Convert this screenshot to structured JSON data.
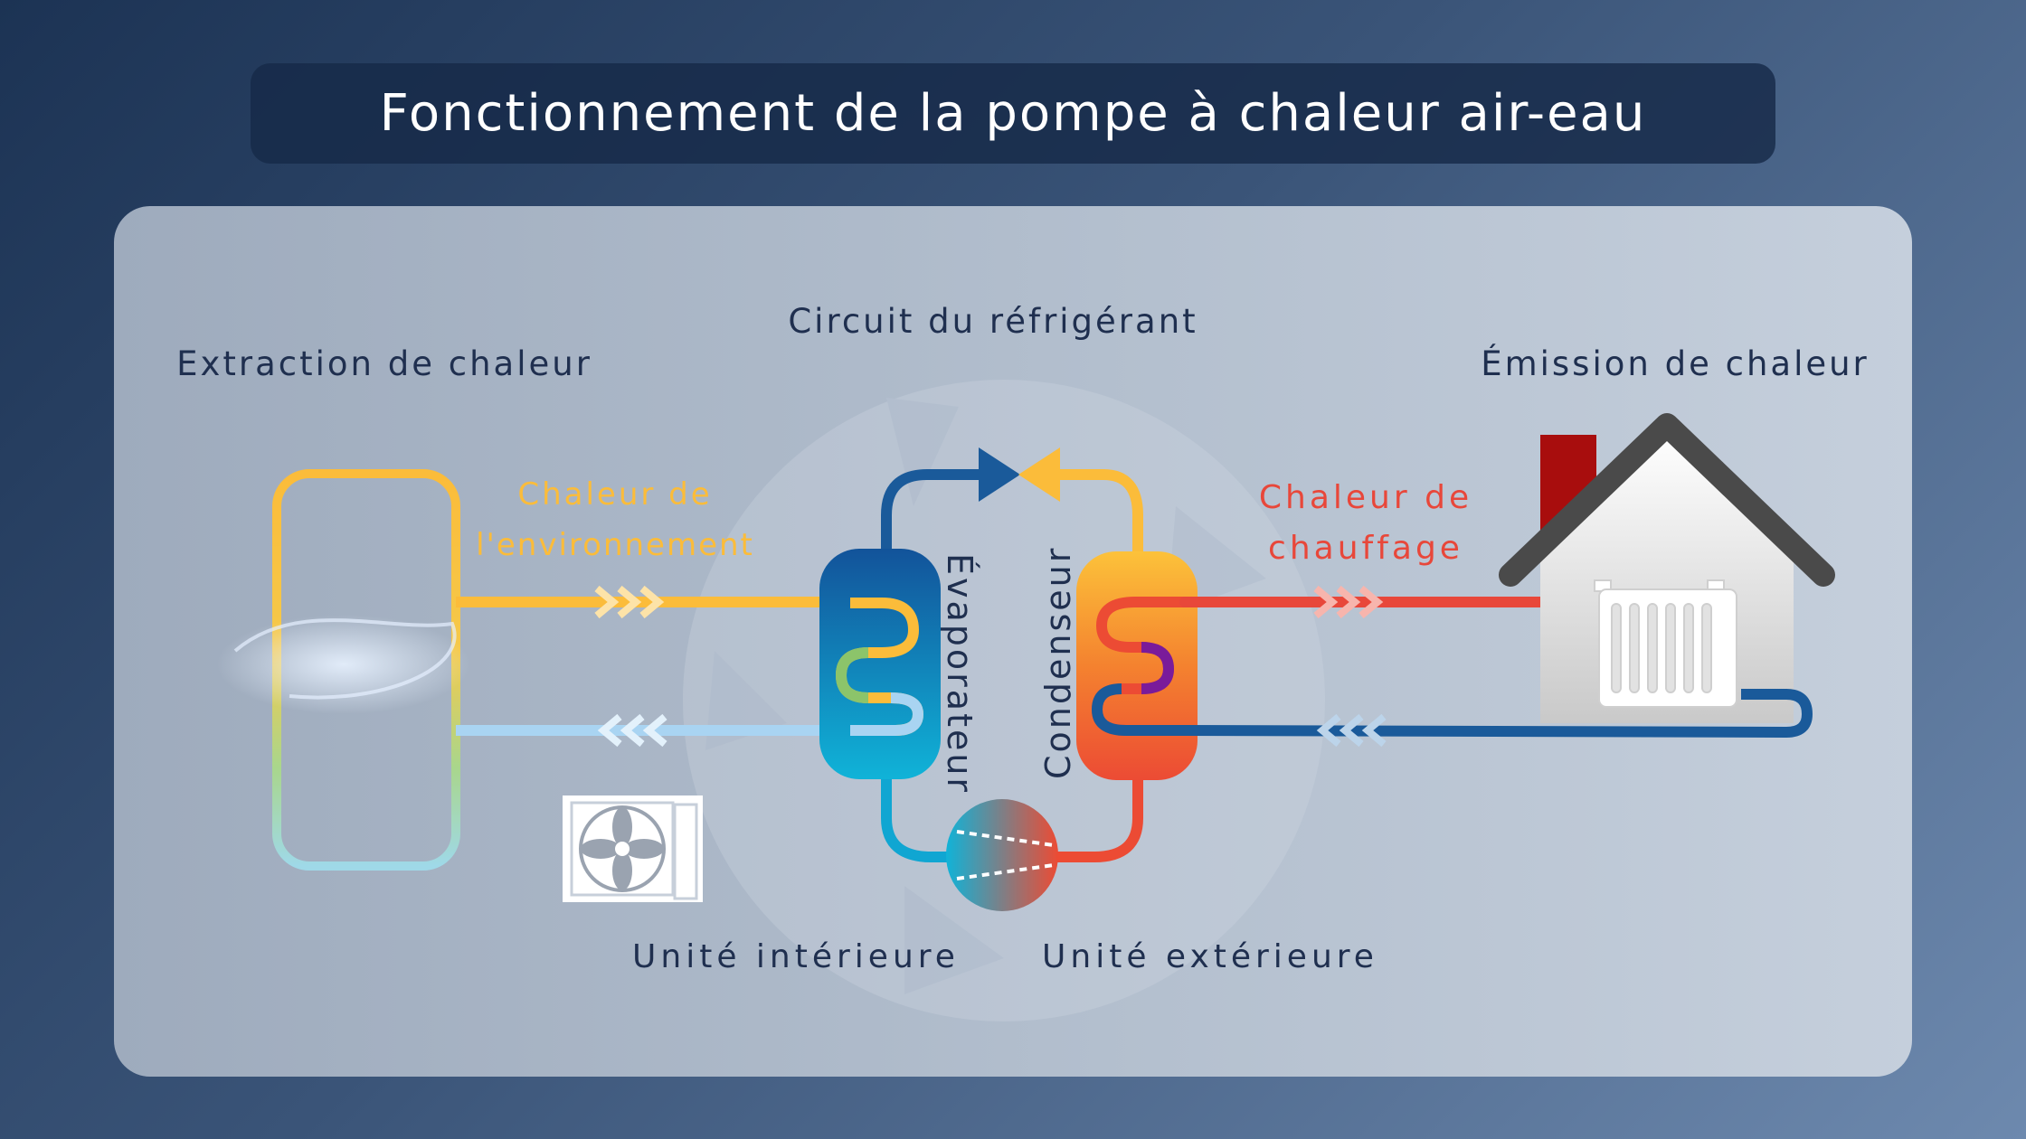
{
  "title": "Fonctionnement de la pompe à chaleur air-eau",
  "labels": {
    "extraction": "Extraction de chaleur",
    "circuit": "Circuit du réfrigérant",
    "emission": "Émission de chaleur",
    "env_heat_line1": "Chaleur de",
    "env_heat_line2": "l'environnement",
    "heating_line1": "Chaleur de",
    "heating_line2": "chauffage",
    "evaporator": "Évaporateur",
    "condenser": "Condenseur",
    "indoor_unit": "Unité intérieure",
    "outdoor_unit": "Unité extérieure"
  },
  "colors": {
    "navy_text": "#1f2f4f",
    "warm_yellow": "#fbbc3a",
    "heating_red": "#e8473a",
    "cold_blue": "#1a5a9a",
    "light_blue": "#a9d4f2",
    "purple": "#7a1b9a",
    "green": "#8cc46a",
    "chimney": "#a80d0d",
    "roof": "#4a4a4a"
  }
}
